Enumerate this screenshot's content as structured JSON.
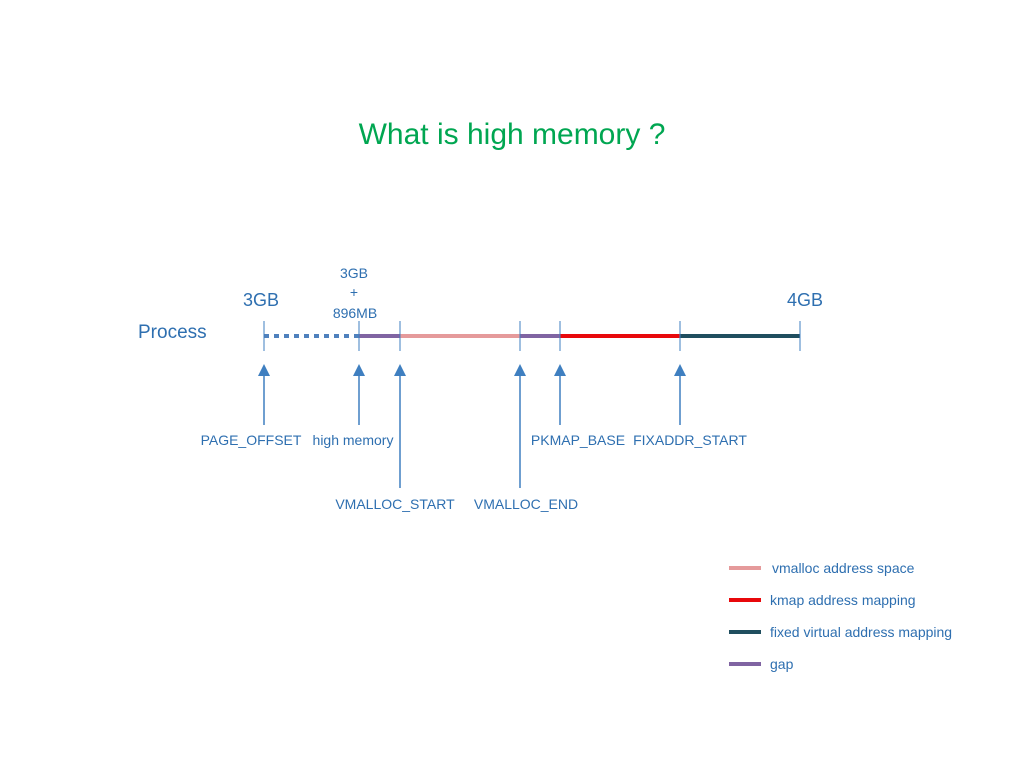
{
  "title": "What is high memory ?",
  "row_label": "Process",
  "top_labels": {
    "start": "3GB",
    "mid": [
      "3GB",
      "+",
      "896MB"
    ],
    "end": "4GB"
  },
  "markers": [
    "PAGE_OFFSET",
    "high memory",
    "VMALLOC_START",
    "VMALLOC_END",
    "PKMAP_BASE",
    "FIXADDR_START"
  ],
  "legend": [
    {
      "label": "vmalloc address space",
      "color": "#e59a9b"
    },
    {
      "label": "kmap address mapping",
      "color": "#e8080b"
    },
    {
      "label": "fixed virtual address mapping",
      "color": "#1f4e5f"
    },
    {
      "label": "gap",
      "color": "#8064a2"
    }
  ],
  "colors": {
    "title": "#00a651",
    "text": "#2e6fb0",
    "arrow": "#3f7fc0",
    "direct_map": "#4f81bd"
  }
}
